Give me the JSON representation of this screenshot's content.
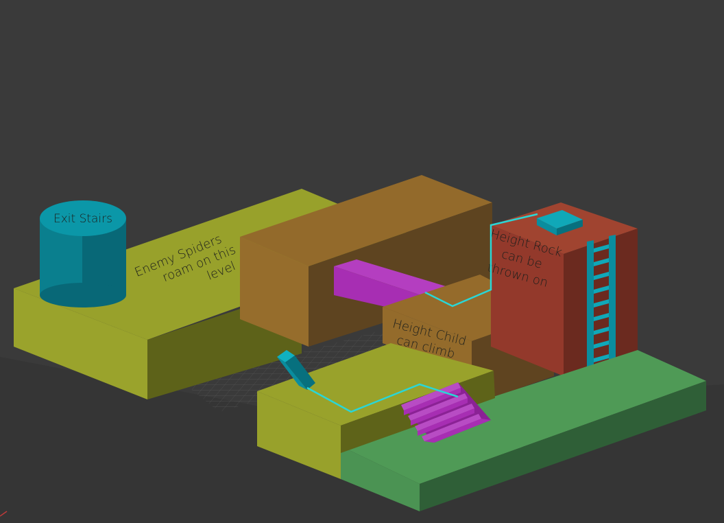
{
  "scene": {
    "labels": {
      "exit_stairs": "Exit Stairs",
      "spiders_line1": "Enemy Spiders",
      "spiders_line2": "roam on this",
      "spiders_line3": "level",
      "child_line1": "Height Child",
      "child_line2": "can climb",
      "rock_line1": "Height Rock",
      "rock_line2": "can be",
      "rock_line3": "thrown on"
    },
    "colors": {
      "background": "#3a3a3a",
      "olive": "#98a12b",
      "brown": "#936a2b",
      "red": "#93392b",
      "green": "#4f9a56",
      "teal": "#0a8d9e",
      "magenta": "#a72eb3",
      "path": "#2ad6d6"
    }
  }
}
